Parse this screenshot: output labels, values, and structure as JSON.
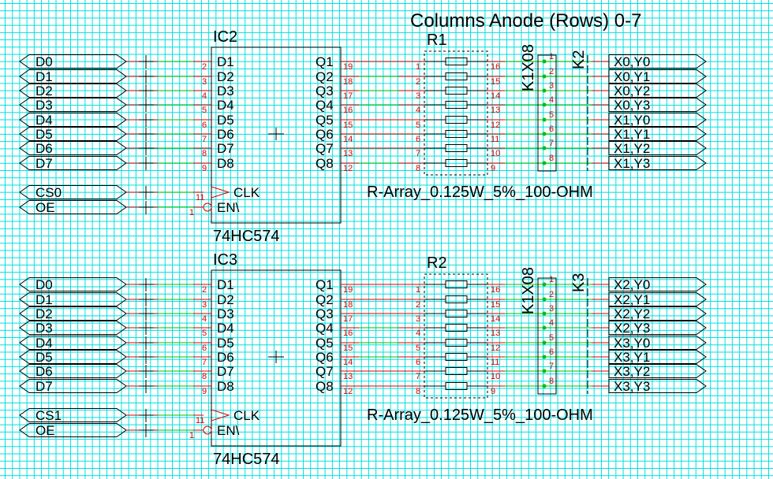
{
  "title": "Columns Anode (Rows) 0-7",
  "colors": {
    "wire": "#00c000",
    "pin": "#e00000",
    "grid": "#00dede"
  },
  "sections": [
    {
      "ic": "IC2",
      "part": "74HC574",
      "cs": "CS0",
      "oe": "OE",
      "rarray": "R1",
      "rarray_value": "R-Array_0.125W_5%_100-OHM",
      "connector": "K2",
      "connector_type": "K1X08",
      "inputs": [
        "D0",
        "D1",
        "D2",
        "D3",
        "D4",
        "D5",
        "D6",
        "D7"
      ],
      "outputs": [
        "X0,Y0",
        "X0,Y1",
        "X0,Y2",
        "X0,Y3",
        "X1,Y0",
        "X1,Y1",
        "X1,Y2",
        "X1,Y3"
      ],
      "q_green": [
        false,
        true,
        true,
        true,
        false,
        false,
        false,
        true
      ]
    },
    {
      "ic": "IC3",
      "part": "74HC574",
      "cs": "CS1",
      "oe": "OE",
      "rarray": "R2",
      "rarray_value": "R-Array_0.125W_5%_100-OHM",
      "connector": "K3",
      "connector_type": "K1X08",
      "inputs": [
        "D0",
        "D1",
        "D2",
        "D3",
        "D4",
        "D5",
        "D6",
        "D7"
      ],
      "outputs": [
        "X2,Y0",
        "X2,Y1",
        "X2,Y2",
        "X2,Y3",
        "X3,Y0",
        "X3,Y1",
        "X3,Y2",
        "X3,Y3"
      ],
      "q_green": [
        false,
        false,
        false,
        true,
        true,
        true,
        false,
        false
      ]
    }
  ],
  "ic_pins": {
    "d_names": [
      "D1",
      "D2",
      "D3",
      "D4",
      "D5",
      "D6",
      "D7",
      "D8"
    ],
    "d_nums": [
      "2",
      "3",
      "4",
      "5",
      "6",
      "7",
      "8",
      "9"
    ],
    "q_names": [
      "Q1",
      "Q2",
      "Q3",
      "Q4",
      "Q5",
      "Q6",
      "Q7",
      "Q8"
    ],
    "q_nums": [
      "19",
      "18",
      "17",
      "16",
      "15",
      "14",
      "13",
      "12"
    ],
    "clk": "CLK",
    "en": "EN\\",
    "clk_num": "11",
    "en_num": "1"
  },
  "r_pins": {
    "left": [
      "1",
      "2",
      "3",
      "4",
      "5",
      "6",
      "7",
      "8"
    ],
    "right": [
      "16",
      "15",
      "14",
      "13",
      "12",
      "11",
      "10",
      "9"
    ]
  },
  "k_pins": [
    "1",
    "2",
    "3",
    "4",
    "5",
    "6",
    "7",
    "8"
  ]
}
